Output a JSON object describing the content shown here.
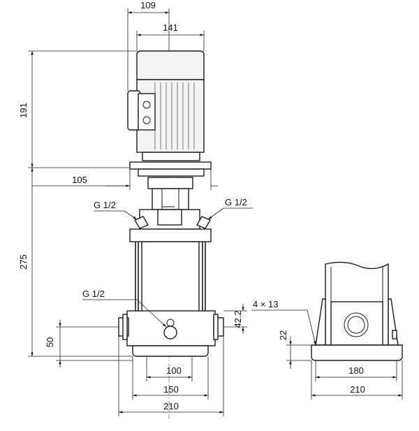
{
  "dimensions": {
    "motor_offset": "109",
    "motor_width": "141",
    "motor_height": "191",
    "flange_width": "105",
    "pump_height": "275",
    "suction_height": "50",
    "port_offset": "42.2",
    "base_inner": "100",
    "base_mid": "150",
    "base_outer": "210",
    "side_hole_spacing": "180",
    "side_base_width": "210",
    "base_thickness": "22",
    "holes": "4 × 13"
  },
  "threads": {
    "left_top": "G 1/2",
    "right_top": "G 1/2",
    "drain": "G 1/2"
  }
}
